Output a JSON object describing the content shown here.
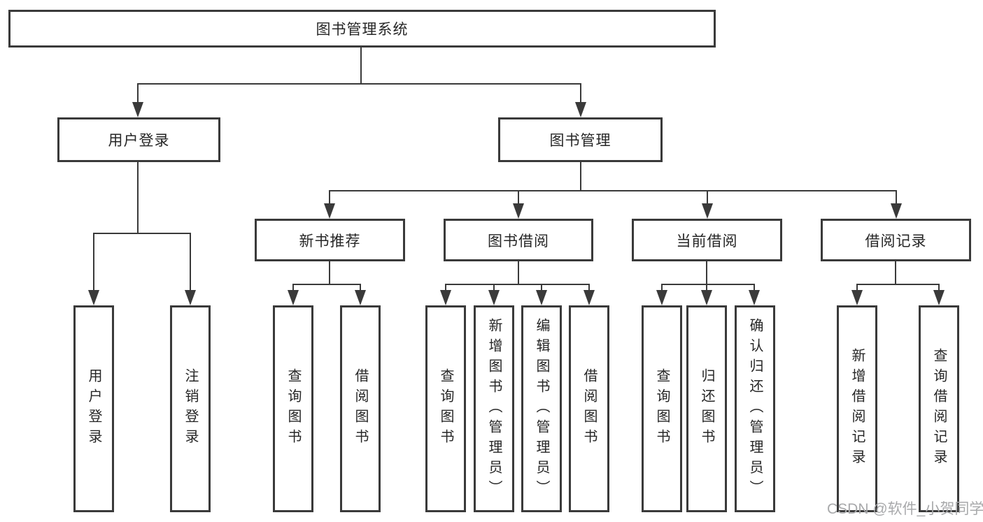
{
  "diagram": {
    "root": {
      "label": "图书管理系统"
    },
    "level2": [
      {
        "label": "用户登录"
      },
      {
        "label": "图书管理"
      }
    ],
    "level3": [
      {
        "label": "新书推荐"
      },
      {
        "label": "图书借阅"
      },
      {
        "label": "当前借阅"
      },
      {
        "label": "借阅记录"
      }
    ],
    "leaves": {
      "user_login": [
        "用户登录",
        "注销登录"
      ],
      "new_book_recommend": [
        "查询图书",
        "借阅图书"
      ],
      "book_borrow": [
        "查询图书",
        "新增图书（管理员）",
        "编辑图书（管理员）",
        "借阅图书"
      ],
      "current_borrow": [
        "查询图书",
        "归还图书",
        "确认归还（管理员）"
      ],
      "borrow_records": [
        "新增借阅记录",
        "查询借阅记录"
      ]
    }
  },
  "watermark": {
    "text": "CSDN @软件_小贺同学"
  },
  "colors": {
    "line": "#3a3a3a",
    "text": "#262626",
    "watermark": "#a8a9ab",
    "background": "#ffffff"
  }
}
